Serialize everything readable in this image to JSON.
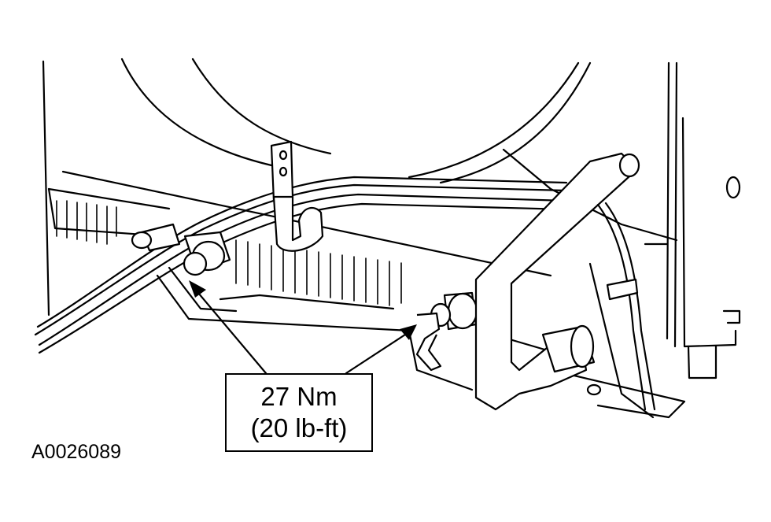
{
  "callout": {
    "torque_metric": "27 Nm",
    "torque_imperial": "(20 lb-ft)"
  },
  "figure_id": "A0026089",
  "colors": {
    "line": "#000000",
    "background": "#ffffff"
  }
}
